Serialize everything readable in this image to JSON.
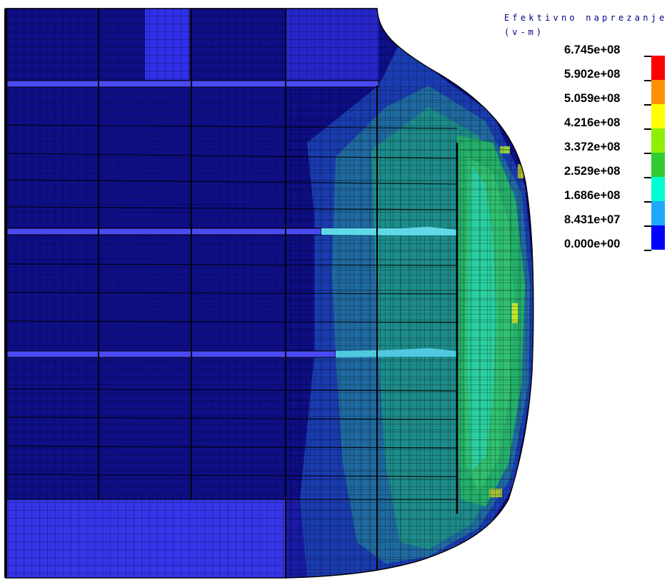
{
  "legend": {
    "title": "Efektivno naprezanje",
    "units": "(v-m)",
    "labels": [
      "6.745e+08",
      "5.902e+08",
      "5.059e+08",
      "4.216e+08",
      "3.372e+08",
      "2.529e+08",
      "1.686e+08",
      "8.431e+07",
      "0.000e+00"
    ],
    "colors": [
      "#ff0000",
      "#ff9000",
      "#ffff00",
      "#90ee00",
      "#30cc30",
      "#00ffd0",
      "#20a8ff",
      "#0000ff"
    ]
  },
  "colors": {
    "background": "#ffffff",
    "mesh_line": "#000000",
    "plate_dark": "#10108a",
    "plate_light": "#3a3af0"
  }
}
